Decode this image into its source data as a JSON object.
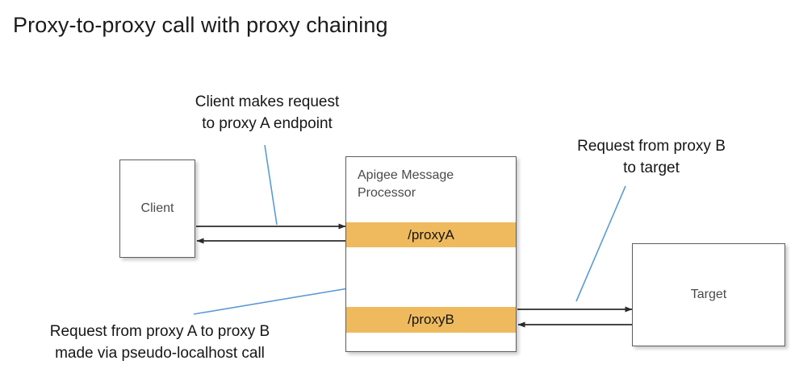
{
  "title": "Proxy-to-proxy call with proxy chaining",
  "nodes": {
    "client": {
      "label": "Client"
    },
    "target": {
      "label": "Target"
    },
    "message_processor": {
      "title_line1": "Apigee Message",
      "title_line2": "Processor",
      "proxy_a": "/proxyA",
      "proxy_b": "/proxyB"
    }
  },
  "callouts": {
    "client_request": {
      "line1": "Client makes request",
      "line2": "to proxy A endpoint"
    },
    "target_request": {
      "line1": "Request from proxy B",
      "line2": "to target"
    },
    "proxy_chain": {
      "line1": "Request from proxy A to proxy B",
      "line2": "made via pseudo-localhost call"
    }
  },
  "flows": [
    {
      "name": "client-to-proxya",
      "from": "client",
      "to": "/proxyA",
      "direction": "right"
    },
    {
      "name": "proxya-to-client",
      "from": "/proxyA",
      "to": "client",
      "direction": "left"
    },
    {
      "name": "proxya-to-proxyb",
      "from": "/proxyA",
      "to": "/proxyB",
      "direction": "down"
    },
    {
      "name": "proxyb-to-proxya",
      "from": "/proxyB",
      "to": "/proxyA",
      "direction": "up"
    },
    {
      "name": "proxyb-to-target",
      "from": "/proxyB",
      "to": "target",
      "direction": "right"
    },
    {
      "name": "target-to-proxyb",
      "from": "target",
      "to": "/proxyB",
      "direction": "left"
    }
  ],
  "colors": {
    "proxy_band": "#efba5e",
    "box_border": "#5d5d5d",
    "arrow": "#2b2b2b",
    "leader_line": "#5b9bd5",
    "title_text": "#1b1b1b",
    "node_text": "#4a4a4a"
  }
}
